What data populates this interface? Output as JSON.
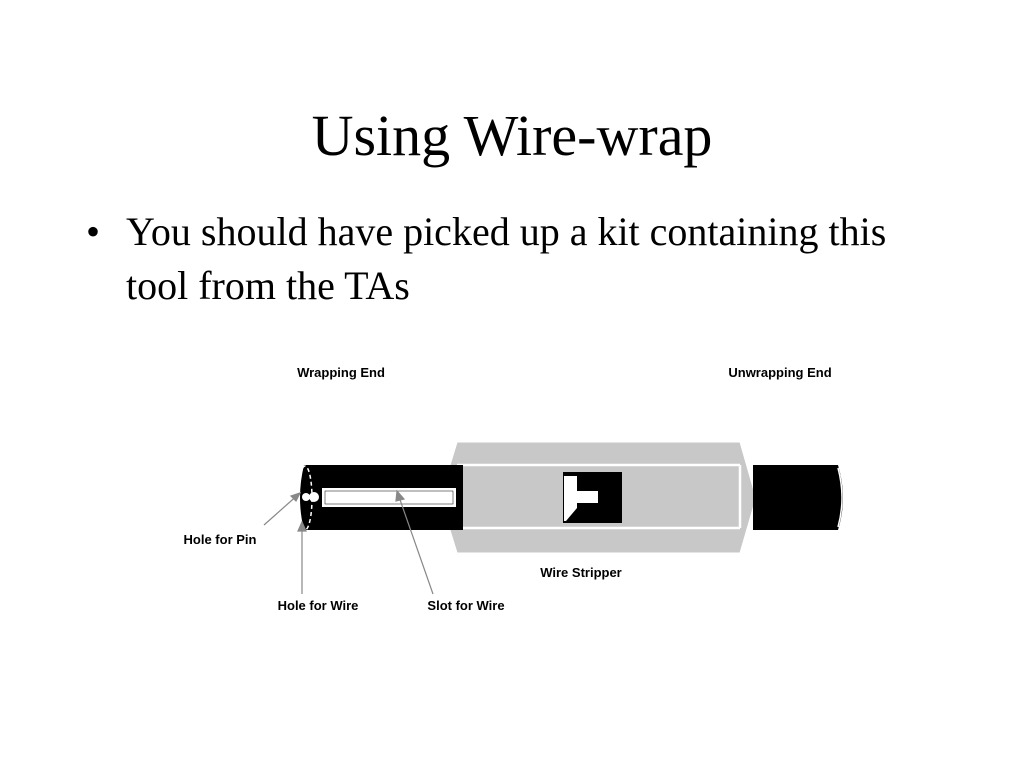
{
  "slide": {
    "title": "Using Wire-wrap",
    "bullet_marker": "•",
    "bullets": [
      {
        "text": "You should have picked up a kit containing this tool from the TAs"
      }
    ]
  },
  "diagram": {
    "labels": {
      "wrapping_end": "Wrapping End",
      "unwrapping_end": "Unwrapping End",
      "hole_for_pin": "Hole for Pin",
      "hole_for_wire": "Hole for Wire",
      "slot_for_wire": "Slot for Wire",
      "wire_stripper": "Wire Stripper"
    },
    "colors": {
      "barrel": "#000000",
      "hex_body": "#c8c8c8",
      "highlight": "#ffffff"
    }
  }
}
